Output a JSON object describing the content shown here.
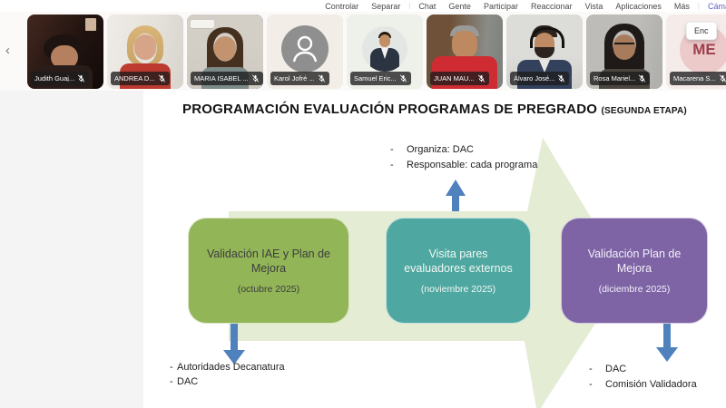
{
  "menu_bar": {
    "items": [
      "Controlar",
      "Separar",
      "Chat",
      "Gente",
      "Participar",
      "Reaccionar",
      "Vista",
      "Aplicaciones",
      "Más"
    ],
    "camera_item": "Cáma",
    "tooltip": "Enc"
  },
  "filmstrip": {
    "scroll_left": "‹",
    "participants": [
      {
        "name": "Judith Guaj...",
        "muted": true
      },
      {
        "name": "ANDREA D...",
        "muted": true
      },
      {
        "name": "MARIA ISABEL ...",
        "muted": true,
        "active_speaker": true
      },
      {
        "name": "Karol Jofré ...",
        "muted": true
      },
      {
        "name": "Samuel Eric...",
        "muted": true
      },
      {
        "name": "JUAN MAU...",
        "muted": true
      },
      {
        "name": "Álvaro José...",
        "muted": true
      },
      {
        "name": "Rosa Mariel...",
        "muted": true
      },
      {
        "name": "Macarena S...",
        "muted": true,
        "initials": "ME"
      }
    ]
  },
  "slide": {
    "title": "PROGRAMACIÓN EVALUACIÓN PROGRAMAS DE PREGRADO",
    "title_suffix": "(SEGUNDA ETAPA)",
    "bullet_char": "-",
    "top_annotation": {
      "items": [
        "Organiza: DAC",
        "Responsable: cada programa"
      ]
    },
    "stages": [
      {
        "title": "Validación IAE y Plan de Mejora",
        "date": "(octubre 2025)",
        "color": "#92b558",
        "text_color": "#3d3d3d"
      },
      {
        "title": "Visita pares evaluadores externos",
        "date": "(noviembre 2025)",
        "color": "#4fa7a1",
        "text_color": "#f2f7f3"
      },
      {
        "title": "Validación Plan de Mejora",
        "date": "(diciembre 2025)",
        "color": "#7e64a4",
        "text_color": "#f3effa"
      }
    ],
    "bottom_left_annotation": {
      "items": [
        "Autoridades Decanatura",
        "DAC"
      ]
    },
    "bottom_right_annotation": {
      "items": [
        "DAC",
        "Comisión Validadora"
      ]
    },
    "colors": {
      "flow_arrow": "#e4ecd4",
      "pointer_blue": "#4f81bd"
    }
  }
}
